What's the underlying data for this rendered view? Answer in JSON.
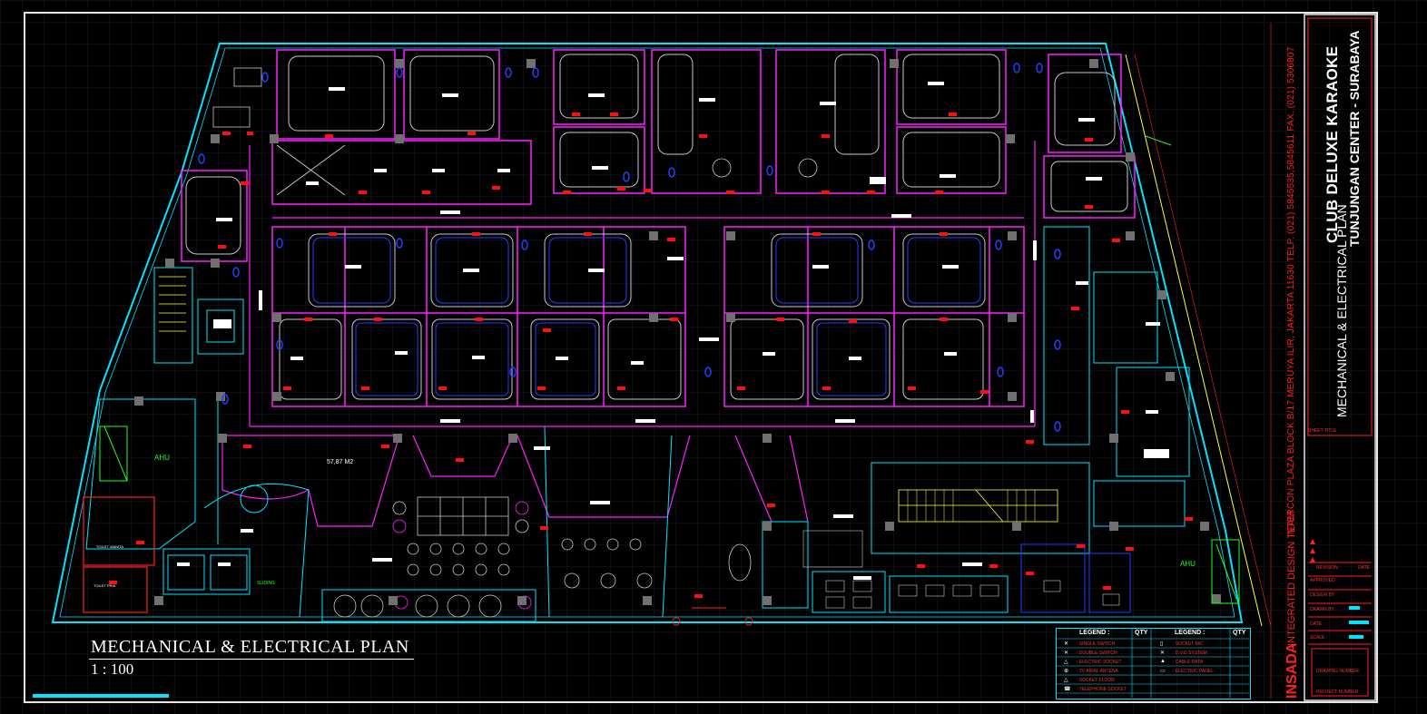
{
  "plan": {
    "title": "MECHANICAL & ELECTRICAL  PLAN",
    "scale": "1 : 100",
    "area_label": "57,87 M2",
    "ahu_left": "AHU",
    "ahu_right": "AHU",
    "toilet_left": "TOILET PRIA",
    "toilet_left2": "TOILET WANITA",
    "side_label": "SLIDING"
  },
  "title_block": {
    "project": "CLUB DELUXE KARAOKE",
    "location": "TUNJUNGAN  CENTER - SURABAYA",
    "sheet": "MECHANICAL & ELECTRICAL PLAN",
    "firm": "INSADA",
    "team": "INTEGRATED DESIGN TEAM",
    "address": "INTERCON PLAZA BLOCK B/17 MERUYA ILIR, JAKARTA 11630 TELP. (021) 5845535,5845611 FAX. (021) 5306807",
    "sheet_title_label": "SHEET TITLE",
    "revision_label": "REVISION",
    "date_label": "DATE",
    "approved_label": "APPROVED :",
    "design_label": "DESIGN BY :",
    "drawn_label": "DRAWN BY :",
    "date2_label": "DATE :",
    "scale_label": "SCALE :",
    "drawing_number_label": "DRAWING NUMBER",
    "project_number_label": "PROJECT NUMBER"
  },
  "legend": {
    "header1": "LEGEND :",
    "header2": "QTY",
    "header3": "LEGEND :",
    "header4": "QTY",
    "left_items": [
      ": SINGLE SWITCH",
      ": DOUBLE SWITCH",
      ": ELECTRIC SOCKET",
      ": TV ARIAL ANTENA",
      ": SOCKET FLOOR",
      ": TELEPHONE SOCKET"
    ],
    "right_items": [
      ": SOCKET MIC",
      ": D.V.D SYSTEM",
      ": CABLE DATA",
      ": ELECTRIC PANEL"
    ]
  },
  "colors": {
    "background": "#000000",
    "grid": "#1a1a2a",
    "wall_cyan": "#00e5ff",
    "wall_magenta": "#ff20ff",
    "furniture": "#c8c8c8",
    "red_tag": "#ff1010",
    "yellow": "#ffff40",
    "green": "#20ff20",
    "blue": "#2040ff"
  }
}
